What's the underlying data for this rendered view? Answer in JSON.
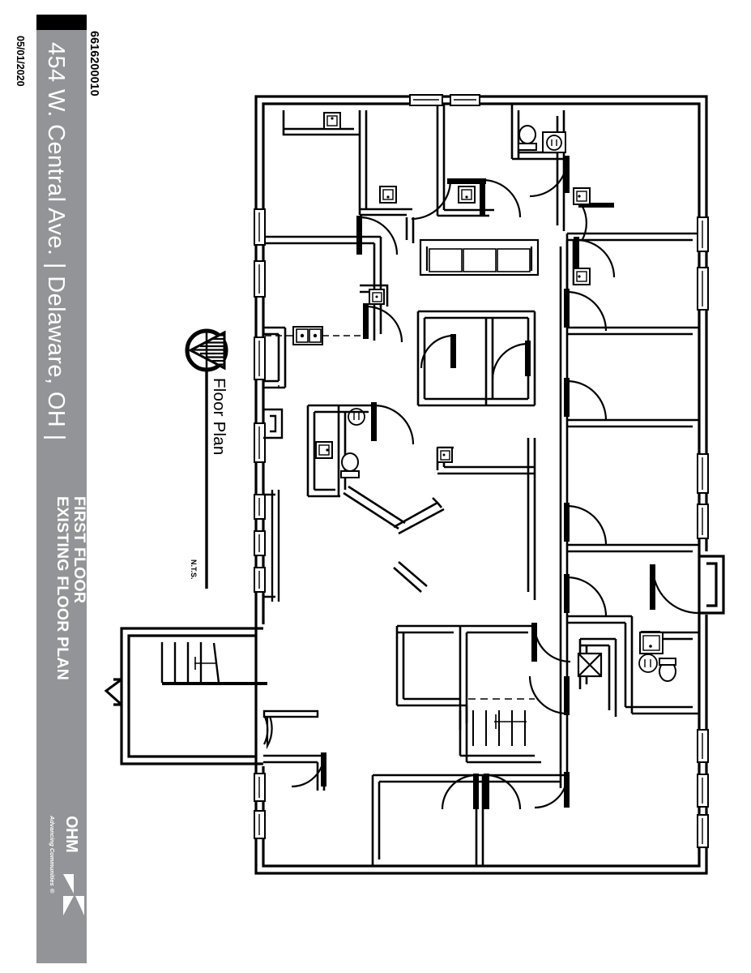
{
  "sheet": {
    "parcel_id": "6616200010",
    "date": "05/01/2020",
    "project_address": "454 W. Central Ave. | Delaware, OH |",
    "sheet_title_line1": "EXISTING FLOOR PLAN",
    "sheet_title_line2": "FIRST FLOOR",
    "bar_color": "#929497",
    "cap_color": "#000000",
    "text_color": "#ffffff"
  },
  "logo": {
    "wordmark": "OHM",
    "tagline": "Advancing Communities ®"
  },
  "drawing": {
    "plan_label": "Floor Plan",
    "scale_label": "N.T.S.",
    "north_icon": "north-arrow-icon",
    "line_color": "#000000"
  },
  "plan_elements": {
    "fixtures": [
      {
        "name": "sink-fixture",
        "location": "top-left-room"
      },
      {
        "name": "sink-fixture",
        "location": "upper-office-1"
      },
      {
        "name": "sink-fixture",
        "location": "upper-office-2"
      },
      {
        "name": "toilet-fixture",
        "location": "upper-right-restroom"
      },
      {
        "name": "lavatory-fixture",
        "location": "upper-right-restroom"
      },
      {
        "name": "sink-fixture",
        "location": "upper-right-corridor"
      },
      {
        "name": "sink-fixture",
        "location": "right-office"
      },
      {
        "name": "sink-fixture",
        "location": "mid-left-closet"
      },
      {
        "name": "double-basin-sink",
        "location": "kitchenette"
      },
      {
        "name": "lavatory-fixture",
        "location": "center-restroom"
      },
      {
        "name": "toilet-fixture",
        "location": "center-restroom"
      },
      {
        "name": "sink-fixture",
        "location": "center-restroom"
      },
      {
        "name": "sofa-furniture",
        "location": "lobby"
      },
      {
        "name": "toilet-fixture",
        "location": "lower-right-restroom"
      },
      {
        "name": "lavatory-fixture",
        "location": "lower-right-restroom"
      },
      {
        "name": "cabinet-fixture",
        "location": "lower-right-restroom"
      }
    ],
    "stairs": [
      {
        "name": "stair-run",
        "location": "lower-left"
      },
      {
        "name": "stair-run",
        "location": "lower-center"
      }
    ],
    "doors_count": 26,
    "windows_count": 18
  }
}
